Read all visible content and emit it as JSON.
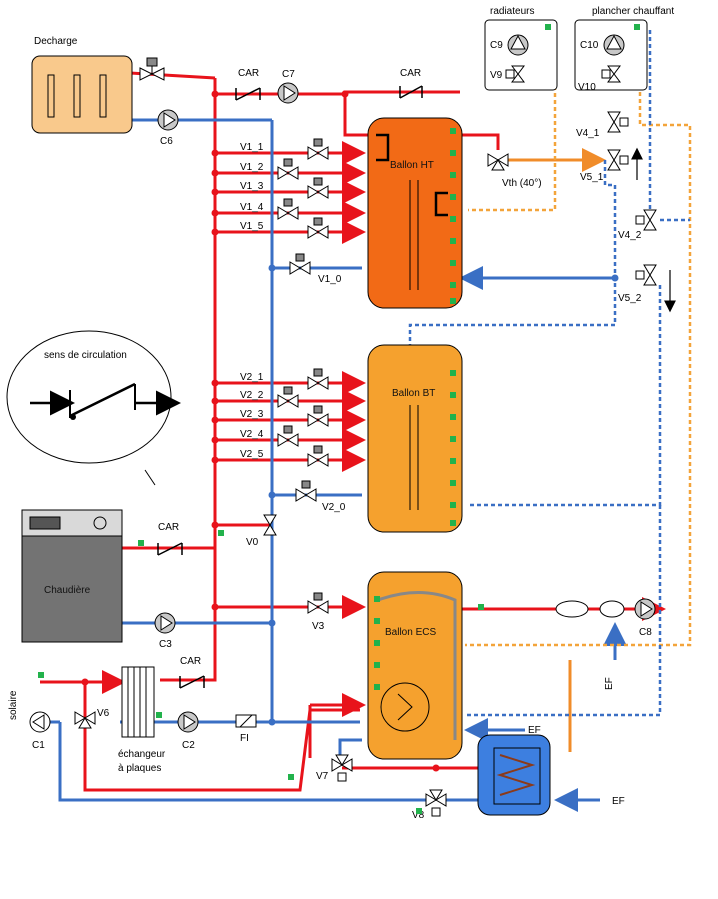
{
  "colors": {
    "hot": "#e8131b",
    "cold": "#3a6fc4",
    "orange": "#f08c2a",
    "dash_orange": "#f3a43a",
    "dash_blue": "#3a6fc4",
    "ballon_ht": "#f26a16",
    "ballon_orange": "#f5a12e",
    "ballon_ecs_blue": "#3d7fe0",
    "chaudiere": "#737373",
    "decharge": "#f9c98c",
    "sensor": "#22b24c"
  },
  "labels": {
    "decharge": "Decharge",
    "car": "CAR",
    "c7": "C7",
    "c6": "C6",
    "c9": "C9",
    "v9": "V9",
    "c10": "C10",
    "v10": "V10",
    "radiateurs": "radiateurs",
    "plancher": "plancher chauffant",
    "ballon_ht": "Ballon HT",
    "ballon_bt": "Ballon BT",
    "ballon_ecs": "Ballon ECS",
    "vth": "Vth (40°)",
    "v4_1": "V4_1",
    "v5_1": "V5_1",
    "v4_2": "V4_2",
    "v5_2": "V5_2",
    "v1_1": "V1_1",
    "v1_2": "V1_2",
    "v1_3": "V1_3",
    "v1_4": "V1_4",
    "v1_5": "V1_5",
    "v1_0": "V1_0",
    "v2_1": "V2_1",
    "v2_2": "V2_2",
    "v2_3": "V2_3",
    "v2_4": "V2_4",
    "v2_5": "V2_5",
    "v2_0": "V2_0",
    "v0": "V0",
    "v3": "V3",
    "c3": "C3",
    "c8": "C8",
    "chaudiere": "Chaudière",
    "sens": "sens de circulation",
    "solaire": "solaire",
    "c1": "C1",
    "v6": "V6",
    "echangeur_1": "échangeur",
    "echangeur_2": "à plaques",
    "c2": "C2",
    "fi": "FI",
    "ef": "EF",
    "v7": "V7",
    "v8": "V8"
  }
}
